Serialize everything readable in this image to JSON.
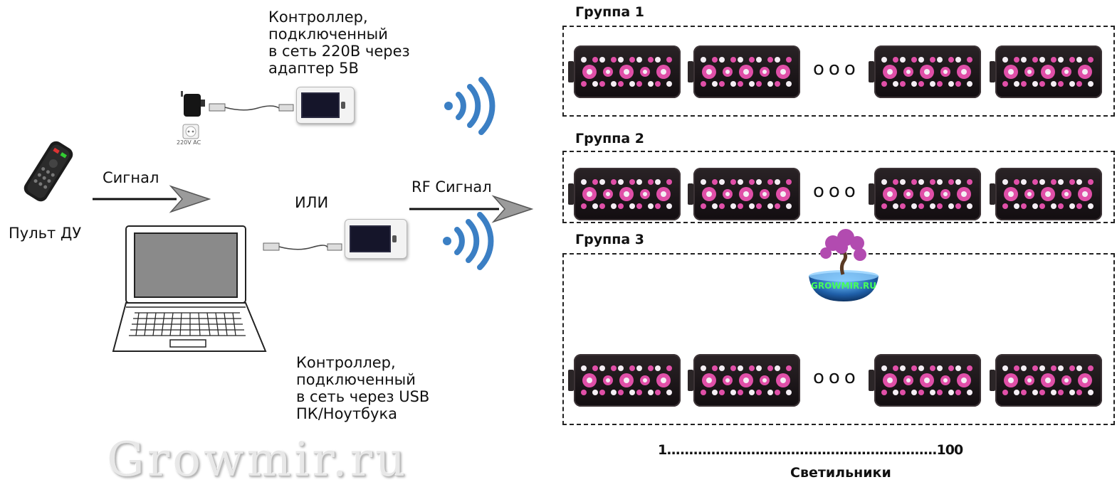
{
  "labels": {
    "controller_top": "Контроллер,\nподключенный\nв сеть 220В через\nадаптер 5В",
    "controller_bottom": "Контроллер,\nподключенный\nв сеть через USB\nПК/Ноутбука",
    "signal": "Сигнал",
    "or": "ИЛИ",
    "rf_signal": "RF Сигнал",
    "remote": "Пульт ДУ",
    "socket": "220V AC",
    "range": "1.............................................................100",
    "lamps": "Светильники",
    "watermark": "Growmir.ru",
    "logo": "GROWMIR.RU"
  },
  "groups": [
    {
      "title": "Группа 1"
    },
    {
      "title": "Группа 2"
    },
    {
      "title": "Группа 3"
    }
  ],
  "ellipsis": "ooo",
  "colors": {
    "wifi": "#3b7fc4",
    "led_pink": "#e04fa8",
    "led_white": "#f4eef4",
    "panel": "#1b1518"
  }
}
